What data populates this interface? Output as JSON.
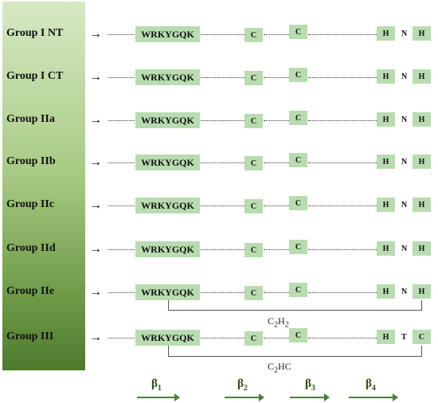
{
  "groups": [
    {
      "label": "Group I NT",
      "motif": "WRKYGQK",
      "c1": "C",
      "c2": "C",
      "h1": "H",
      "mid": "N",
      "last": "H"
    },
    {
      "label": "Group I CT",
      "motif": "WRKYGQK",
      "c1": "C",
      "c2": "C",
      "h1": "H",
      "mid": "N",
      "last": "H"
    },
    {
      "label": "Group IIa",
      "motif": "WRKYGQK",
      "c1": "C",
      "c2": "C",
      "h1": "H",
      "mid": "N",
      "last": "H"
    },
    {
      "label": "Group IIb",
      "motif": "WRKYGQK",
      "c1": "C",
      "c2": "C",
      "h1": "H",
      "mid": "N",
      "last": "H"
    },
    {
      "label": "Group IIc",
      "motif": "WRKYGQK",
      "c1": "C",
      "c2": "C",
      "h1": "H",
      "mid": "N",
      "last": "H"
    },
    {
      "label": "Group IId",
      "motif": "WRKYGQK",
      "c1": "C",
      "c2": "C",
      "h1": "H",
      "mid": "N",
      "last": "H"
    },
    {
      "label": "Group IIe",
      "motif": "WRKYGQK",
      "c1": "C",
      "c2": "C",
      "h1": "H",
      "mid": "N",
      "last": "H"
    },
    {
      "label": "Group III",
      "motif": "WRKYGQK",
      "c1": "C",
      "c2": "C",
      "h1": "H",
      "mid": "T",
      "last": "C"
    }
  ],
  "arrow_glyph": "→",
  "zinc_finger_labels": {
    "c2h2": {
      "base": "C",
      "sub1": "2",
      "mid": "H",
      "sub2": "2"
    },
    "c2hc": {
      "base": "C",
      "sub1": "2",
      "rest": "HC"
    }
  },
  "beta_strands": [
    {
      "symbol": "β",
      "index": "1"
    },
    {
      "symbol": "β",
      "index": "2"
    },
    {
      "symbol": "β",
      "index": "3"
    },
    {
      "symbol": "β",
      "index": "4"
    }
  ],
  "colors": {
    "motif_box": "#b8dcb0",
    "sidebar_top": "#d7e9c4",
    "sidebar_bottom": "#4e7a2e",
    "strand_arrow": "#4a7f38"
  }
}
